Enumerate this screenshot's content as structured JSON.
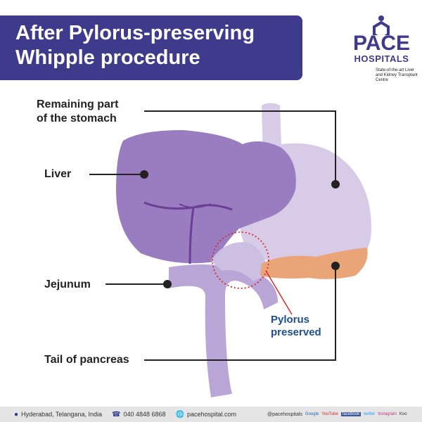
{
  "header": {
    "title_line1": "After Pylorus-preserving",
    "title_line2": "Whipple procedure"
  },
  "logo": {
    "name": "PACE",
    "sub": "HOSPITALS",
    "tagline": "State-of-the-art Liver and Kidney Transplant Centre"
  },
  "labels": {
    "stomach_line1": "Remaining part",
    "stomach_line2": "of the stomach",
    "liver": "Liver",
    "jejunum": "Jejunum",
    "pancreas": "Tail of pancreas",
    "pylorus_line1": "Pylorus",
    "pylorus_line2": "preserved"
  },
  "colors": {
    "banner": "#3e3a8c",
    "liver": "#9a7dc0",
    "stomach": "#d8cbe8",
    "jejunum": "#b9a5d6",
    "pancreas": "#e9a477",
    "pylorus_marker": "#d62b2b",
    "pylorus_text": "#1d4f8f"
  },
  "footer": {
    "location": "Hyderabad, Telangana, India",
    "phone": "040 4848 6868",
    "website": "pacehospital.com",
    "handle": "@pacehospitals",
    "socials": [
      "Google",
      "YouTube",
      "facebook",
      "twitter",
      "Instagram",
      "Koo"
    ]
  }
}
